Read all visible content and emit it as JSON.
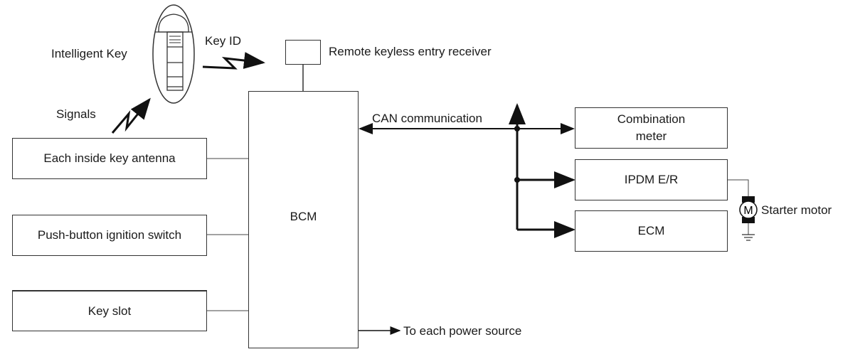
{
  "diagram": {
    "key_fob": {
      "label": "Intelligent Key",
      "icon": "intelligent-key-fob"
    },
    "key_id_label": "Key ID",
    "signals_label": "Signals",
    "receiver": {
      "label": "Remote keyless entry receiver"
    },
    "bcm": {
      "label": "BCM"
    },
    "inputs": [
      {
        "label": "Each inside key antenna"
      },
      {
        "label": "Push-button ignition switch"
      },
      {
        "label": "Key slot"
      }
    ],
    "can_label": "CAN communication",
    "can_nodes": [
      {
        "label": "Combination meter",
        "line1": "Combination",
        "line2": "meter"
      },
      {
        "label": "IPDM E/R"
      },
      {
        "label": "ECM"
      }
    ],
    "starter": {
      "label": "Starter motor",
      "symbol": "M"
    },
    "power_label": "To each power source"
  }
}
